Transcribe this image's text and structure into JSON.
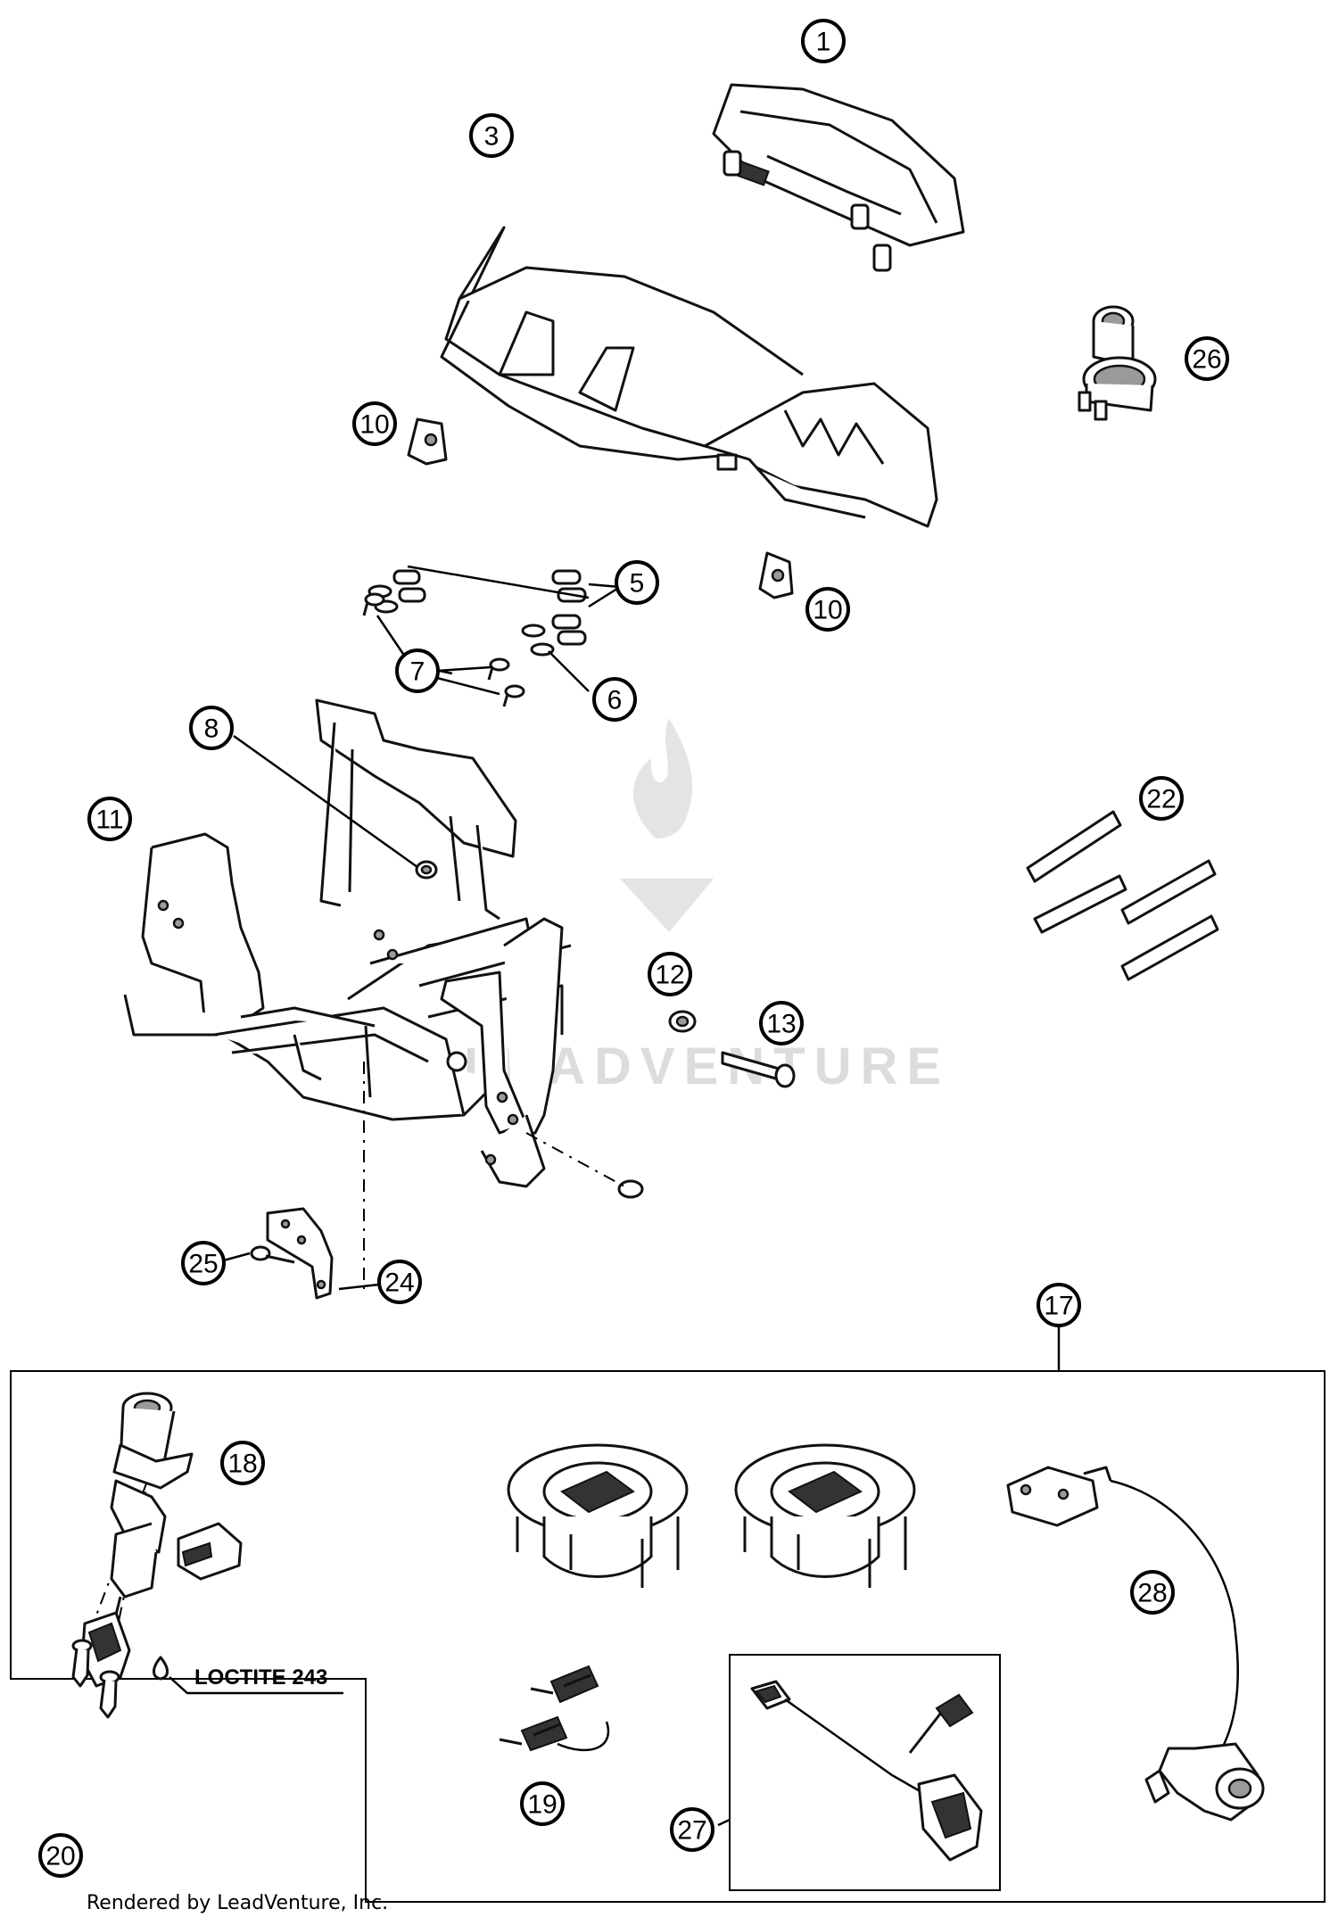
{
  "watermark": "LEADVENTURE",
  "credit": "Rendered by LeadVenture, Inc.",
  "loctite_label": "LOCTITE 243",
  "callouts": {
    "c1": "1",
    "c3": "3",
    "c5": "5",
    "c6": "6",
    "c7": "7",
    "c8": "8",
    "c10a": "10",
    "c10b": "10",
    "c11": "11",
    "c12": "12",
    "c13": "13",
    "c17": "17",
    "c18": "18",
    "c19": "19",
    "c20": "20",
    "c22": "22",
    "c24": "24",
    "c25": "25",
    "c26": "26",
    "c27": "27",
    "c28": "28"
  }
}
